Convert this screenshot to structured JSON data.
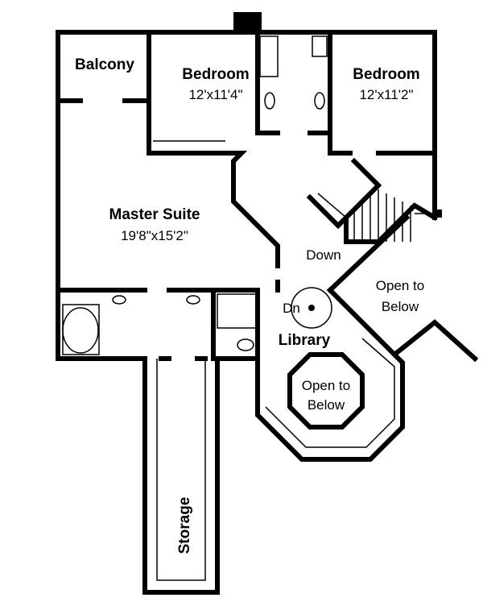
{
  "rooms": {
    "balcony": {
      "name": "Balcony"
    },
    "bedroom_left": {
      "name": "Bedroom",
      "size": "12'x11'4\""
    },
    "bedroom_right": {
      "name": "Bedroom",
      "size": "12'x11'2\""
    },
    "master_suite": {
      "name": "Master Suite",
      "size": "19'8\"x15'2\""
    },
    "library": {
      "name": "Library"
    },
    "storage": {
      "name": "Storage"
    }
  },
  "labels": {
    "down": "Down",
    "dn": "Dn",
    "open_below_right": [
      "Open to",
      "Below"
    ],
    "open_below_library": [
      "Open to",
      "Below"
    ]
  }
}
